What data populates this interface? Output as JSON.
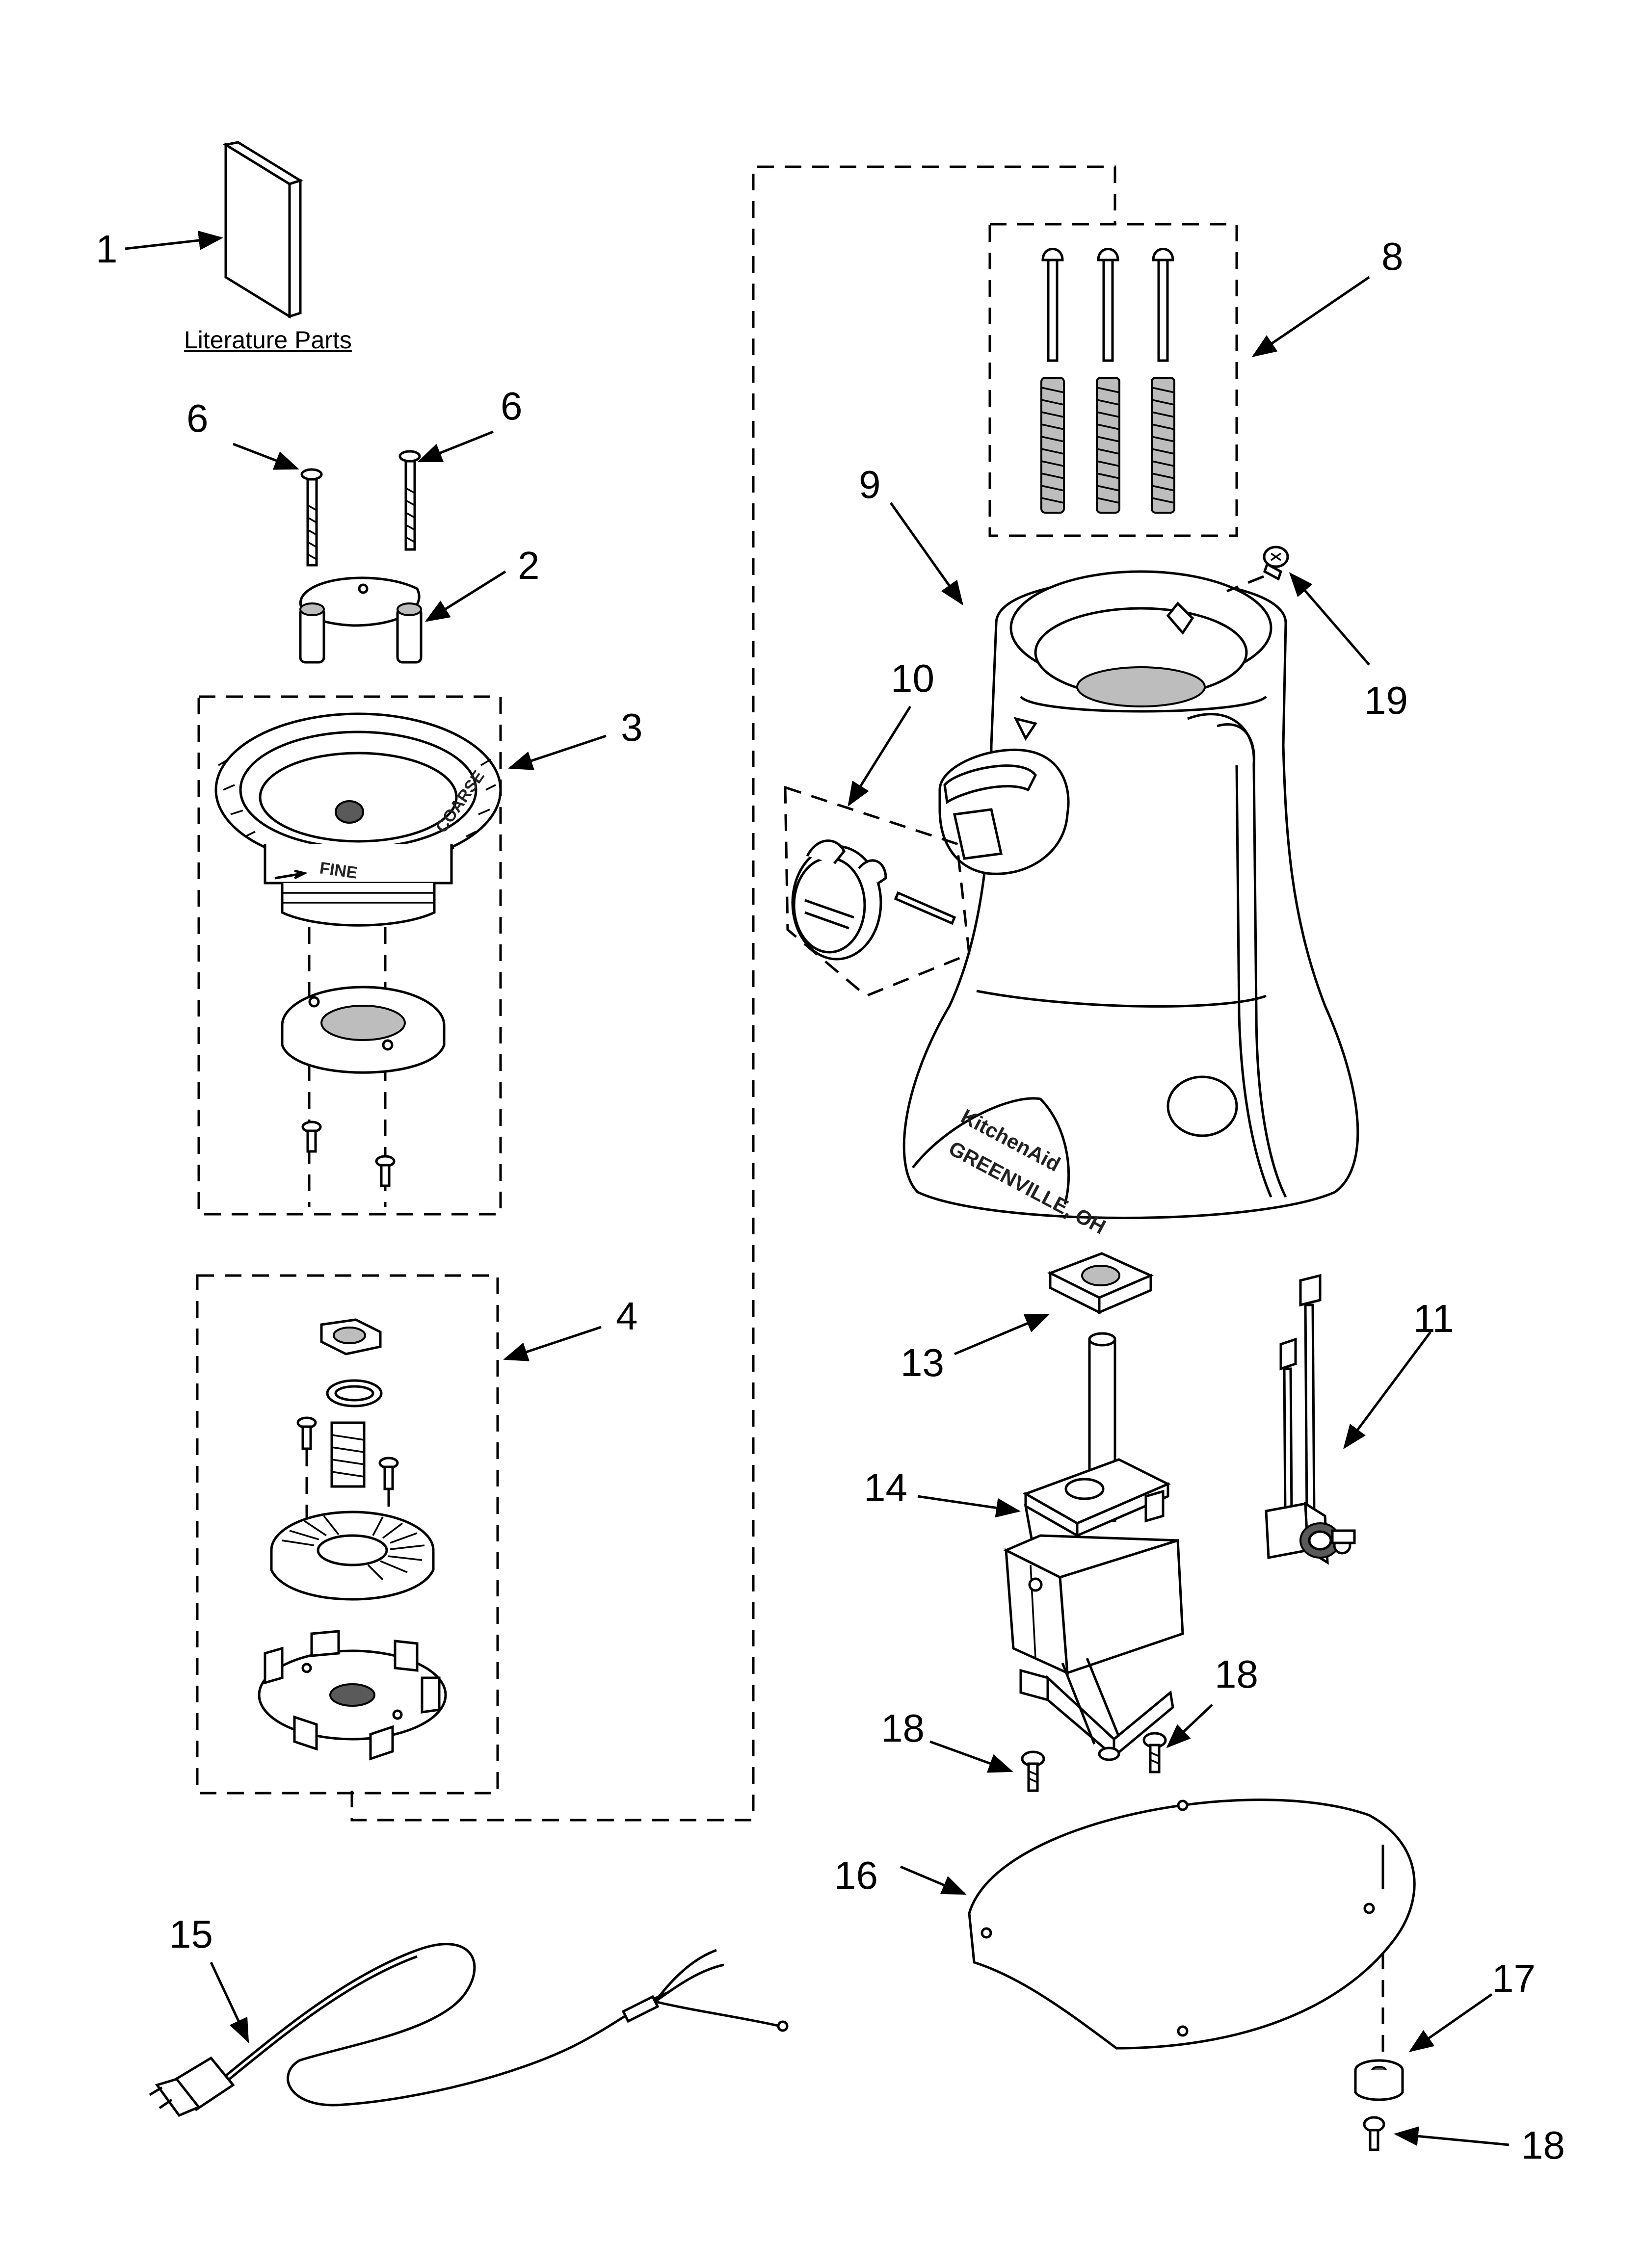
{
  "caption_literature": "Literature Parts",
  "dial_labels": {
    "fine": "FINE",
    "coarse": "COARSE"
  },
  "brand_labels": {
    "line1": "KitchenAid",
    "line2": "GREENVILLE, OH"
  },
  "callouts": {
    "c1": "1",
    "c2": "2",
    "c3": "3",
    "c4": "4",
    "c6a": "6",
    "c6b": "6",
    "c8": "8",
    "c9": "9",
    "c10": "10",
    "c11": "11",
    "c13": "13",
    "c14": "14",
    "c15": "15",
    "c16": "16",
    "c17": "17",
    "c18a": "18",
    "c18b": "18",
    "c18c": "18",
    "c19": "19"
  },
  "icons": [
    "manual-icon",
    "screw-icon",
    "cap-plate-icon",
    "burr-carrier-icon",
    "burr-assembly-icon",
    "spring-rod-icon",
    "housing-icon",
    "badge-icon",
    "switch-icon",
    "pad-icon",
    "motor-icon",
    "power-cord-icon",
    "base-plate-icon",
    "foot-icon"
  ]
}
